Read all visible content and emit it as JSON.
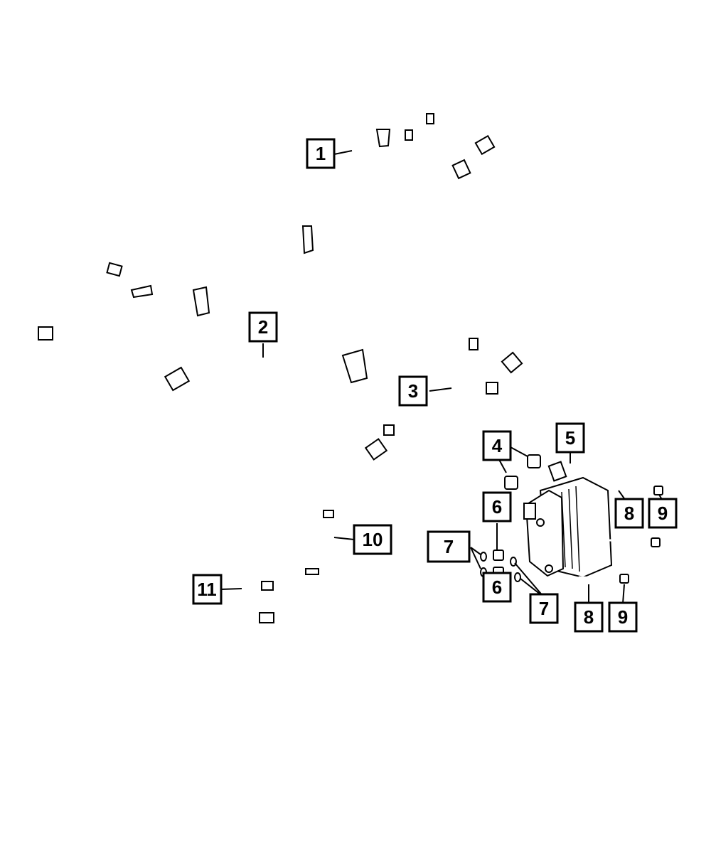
{
  "callouts": [
    {
      "id": "c1",
      "label": "1"
    },
    {
      "id": "c2",
      "label": "2"
    },
    {
      "id": "c3",
      "label": "3"
    },
    {
      "id": "c4",
      "label": "4"
    },
    {
      "id": "c5",
      "label": "5"
    },
    {
      "id": "c6a",
      "label": "6"
    },
    {
      "id": "c6b",
      "label": "6"
    },
    {
      "id": "c7a",
      "label": "7"
    },
    {
      "id": "c7b",
      "label": "7"
    },
    {
      "id": "c8a",
      "label": "8"
    },
    {
      "id": "c8b",
      "label": "8"
    },
    {
      "id": "c9a",
      "label": "9"
    },
    {
      "id": "c9b",
      "label": "9"
    },
    {
      "id": "c10",
      "label": "10"
    },
    {
      "id": "c11",
      "label": "11"
    }
  ]
}
